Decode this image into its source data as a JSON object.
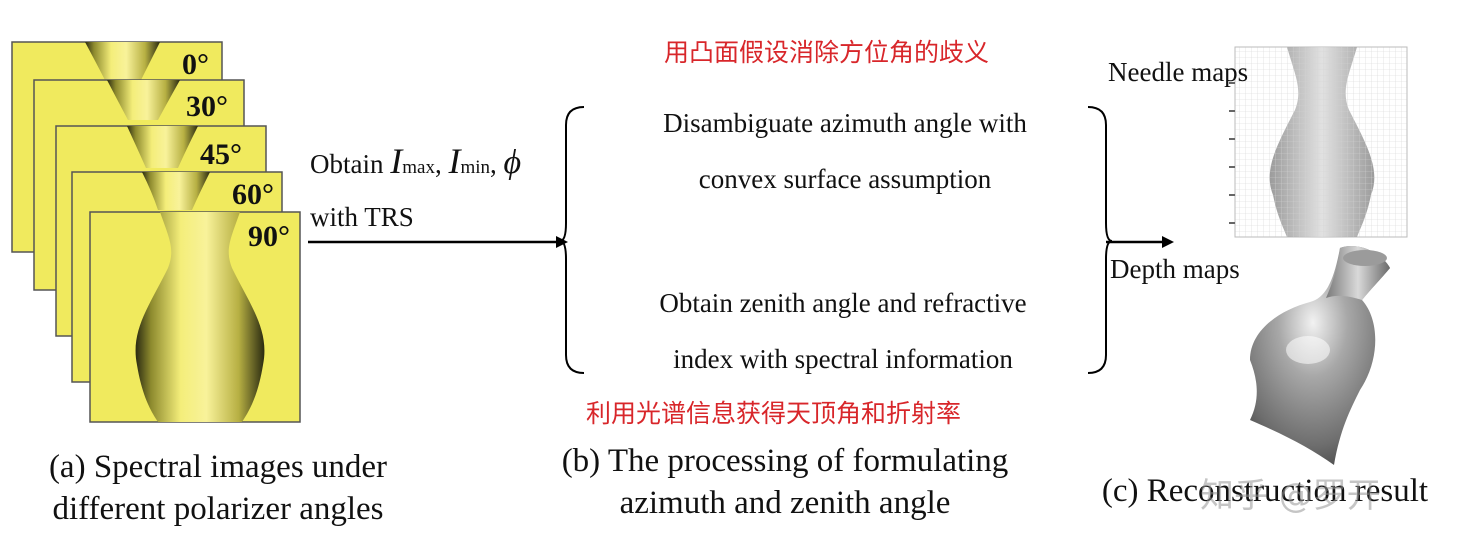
{
  "panel_a": {
    "angles": [
      "0°",
      "30°",
      "45°",
      "60°",
      "90°"
    ],
    "caption_line1": "(a) Spectral images under",
    "caption_line2": "different polarizer angles"
  },
  "arrow": {
    "obtain": "Obtain",
    "imax_sym": "I",
    "imax_sub": "max",
    "imin_sym": "I",
    "imin_sub": "min",
    "phi": "ϕ",
    "comma": ",",
    "with_trs": "with TRS"
  },
  "panel_b": {
    "cn_top": "用凸面假设消除方位角的歧义",
    "top_line1": "Disambiguate azimuth angle with",
    "top_line2": "convex surface assumption",
    "bottom_line1": "Obtain zenith angle and refractive",
    "bottom_line2": "index with spectral information",
    "cn_bottom": "利用光谱信息获得天顶角和折射率",
    "caption_line1": "(b) The processing of formulating",
    "caption_line2": "azimuth and zenith angle"
  },
  "panel_c": {
    "needle_label": "Needle maps",
    "depth_label": "Depth maps",
    "caption": "(c) Reconstruction result"
  },
  "watermark": "知乎 @罗开",
  "colors": {
    "image_bg": "#f0ea5e",
    "image_border": "#3a3a3a",
    "chinese_text": "#d8262a"
  }
}
